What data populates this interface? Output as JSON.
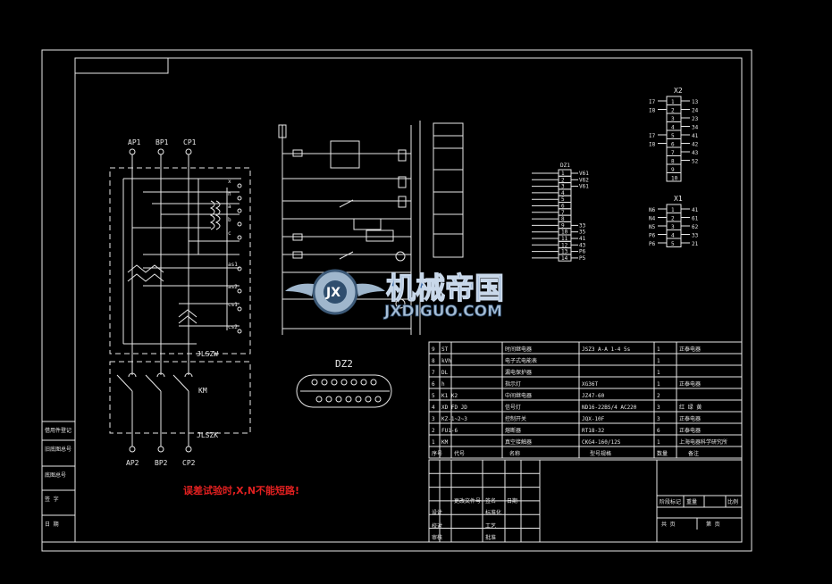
{
  "left_circuit": {
    "phase_in": [
      "AP1",
      "BP1",
      "CP1"
    ],
    "phase_out": [
      "AP2",
      "BP2",
      "CP2"
    ],
    "terminals": [
      "x",
      "n",
      "a",
      "b",
      "c",
      "as1",
      "as2",
      "cs1",
      "cs2"
    ],
    "box1_label": "JLSZW",
    "contactor_label": "KM",
    "box2_label": "JLSZK"
  },
  "warning": "误差试验时,X,N不能短路!",
  "dz2_label": "DZ2",
  "x2": {
    "title": "X2",
    "left": [
      "I7",
      "I8",
      "",
      "",
      "I7",
      "I8",
      "",
      "",
      "",
      ""
    ],
    "nums": [
      "1",
      "2",
      "3",
      "4",
      "5",
      "6",
      "7",
      "8",
      "9",
      "10"
    ],
    "right": [
      "13",
      "24",
      "23",
      "34",
      "41",
      "42",
      "43",
      "52",
      "",
      ""
    ]
  },
  "x1": {
    "title": "X1",
    "left": [
      "N6",
      "N4",
      "N5",
      "P6",
      "P6"
    ],
    "nums": [
      "1",
      "2",
      "3",
      "4",
      "5"
    ],
    "right": [
      "41",
      "61",
      "62",
      "33",
      "21"
    ]
  },
  "dz1": {
    "title": "DZ1",
    "nums": [
      "1",
      "2",
      "3",
      "4",
      "5",
      "6",
      "7",
      "8",
      "9",
      "10",
      "11",
      "12",
      "13",
      "14"
    ],
    "right": [
      "V61",
      "V62",
      "V61",
      "",
      "",
      "",
      "",
      "",
      "33",
      "35",
      "41",
      "43",
      "P6",
      "P5"
    ]
  },
  "parts_table": {
    "rows": [
      {
        "no": "9",
        "code": "ST",
        "name": "时间继电器",
        "model": "JSZ3 A-A 1-4 5s",
        "qty": "1",
        "note": "正泰电器"
      },
      {
        "no": "8",
        "code": "kVh",
        "name": "电子式电能表",
        "model": "",
        "qty": "1",
        "note": ""
      },
      {
        "no": "7",
        "code": "DL",
        "name": "漏电保护器",
        "model": "",
        "qty": "1",
        "note": ""
      },
      {
        "no": "6",
        "code": "h",
        "name": "指示灯",
        "model": "XG36T",
        "qty": "1",
        "note": "正泰电器"
      },
      {
        "no": "5",
        "code": "K1 K2",
        "name": "中间继电器",
        "model": "JZ47-60",
        "qty": "2",
        "note": ""
      },
      {
        "no": "4",
        "code": "XD FD JD",
        "name": "信号灯",
        "model": "ND16-22BS/4 AC220",
        "qty": "3",
        "note": "红 绿 黄"
      },
      {
        "no": "3",
        "code": "KZ-1~2~3",
        "name": "控制开关",
        "model": "JQX-10F",
        "qty": "3",
        "note": "正泰电器"
      },
      {
        "no": "2",
        "code": "FU1-6",
        "name": "熔断器",
        "model": "RT18-32",
        "qty": "6",
        "note": "正泰电器"
      },
      {
        "no": "1",
        "code": "KM",
        "name": "真空接触器",
        "model": "CKG4-160/12S",
        "qty": "1",
        "note": "上海电器科学研究所"
      }
    ],
    "header": {
      "no": "序号",
      "code": "代号",
      "name": "名称",
      "model": "型号规格",
      "qty": "数量",
      "note": "备注"
    }
  },
  "title_block": {
    "rows_left": [
      "设计",
      "校对",
      "审核",
      "标准化",
      "工艺",
      "批准"
    ],
    "mid": [
      "更改文件号",
      "签名",
      "日期"
    ],
    "right": [
      "阶段标记",
      "重量",
      "比例",
      "共 页",
      "第 页"
    ]
  },
  "left_strip": [
    "借用件登记",
    "旧底图总号",
    "底图总号",
    "签 字",
    "日 期"
  ],
  "watermark": {
    "cn": "机械帝国",
    "en": "JXDIGUO.COM",
    "logo": "JX"
  }
}
